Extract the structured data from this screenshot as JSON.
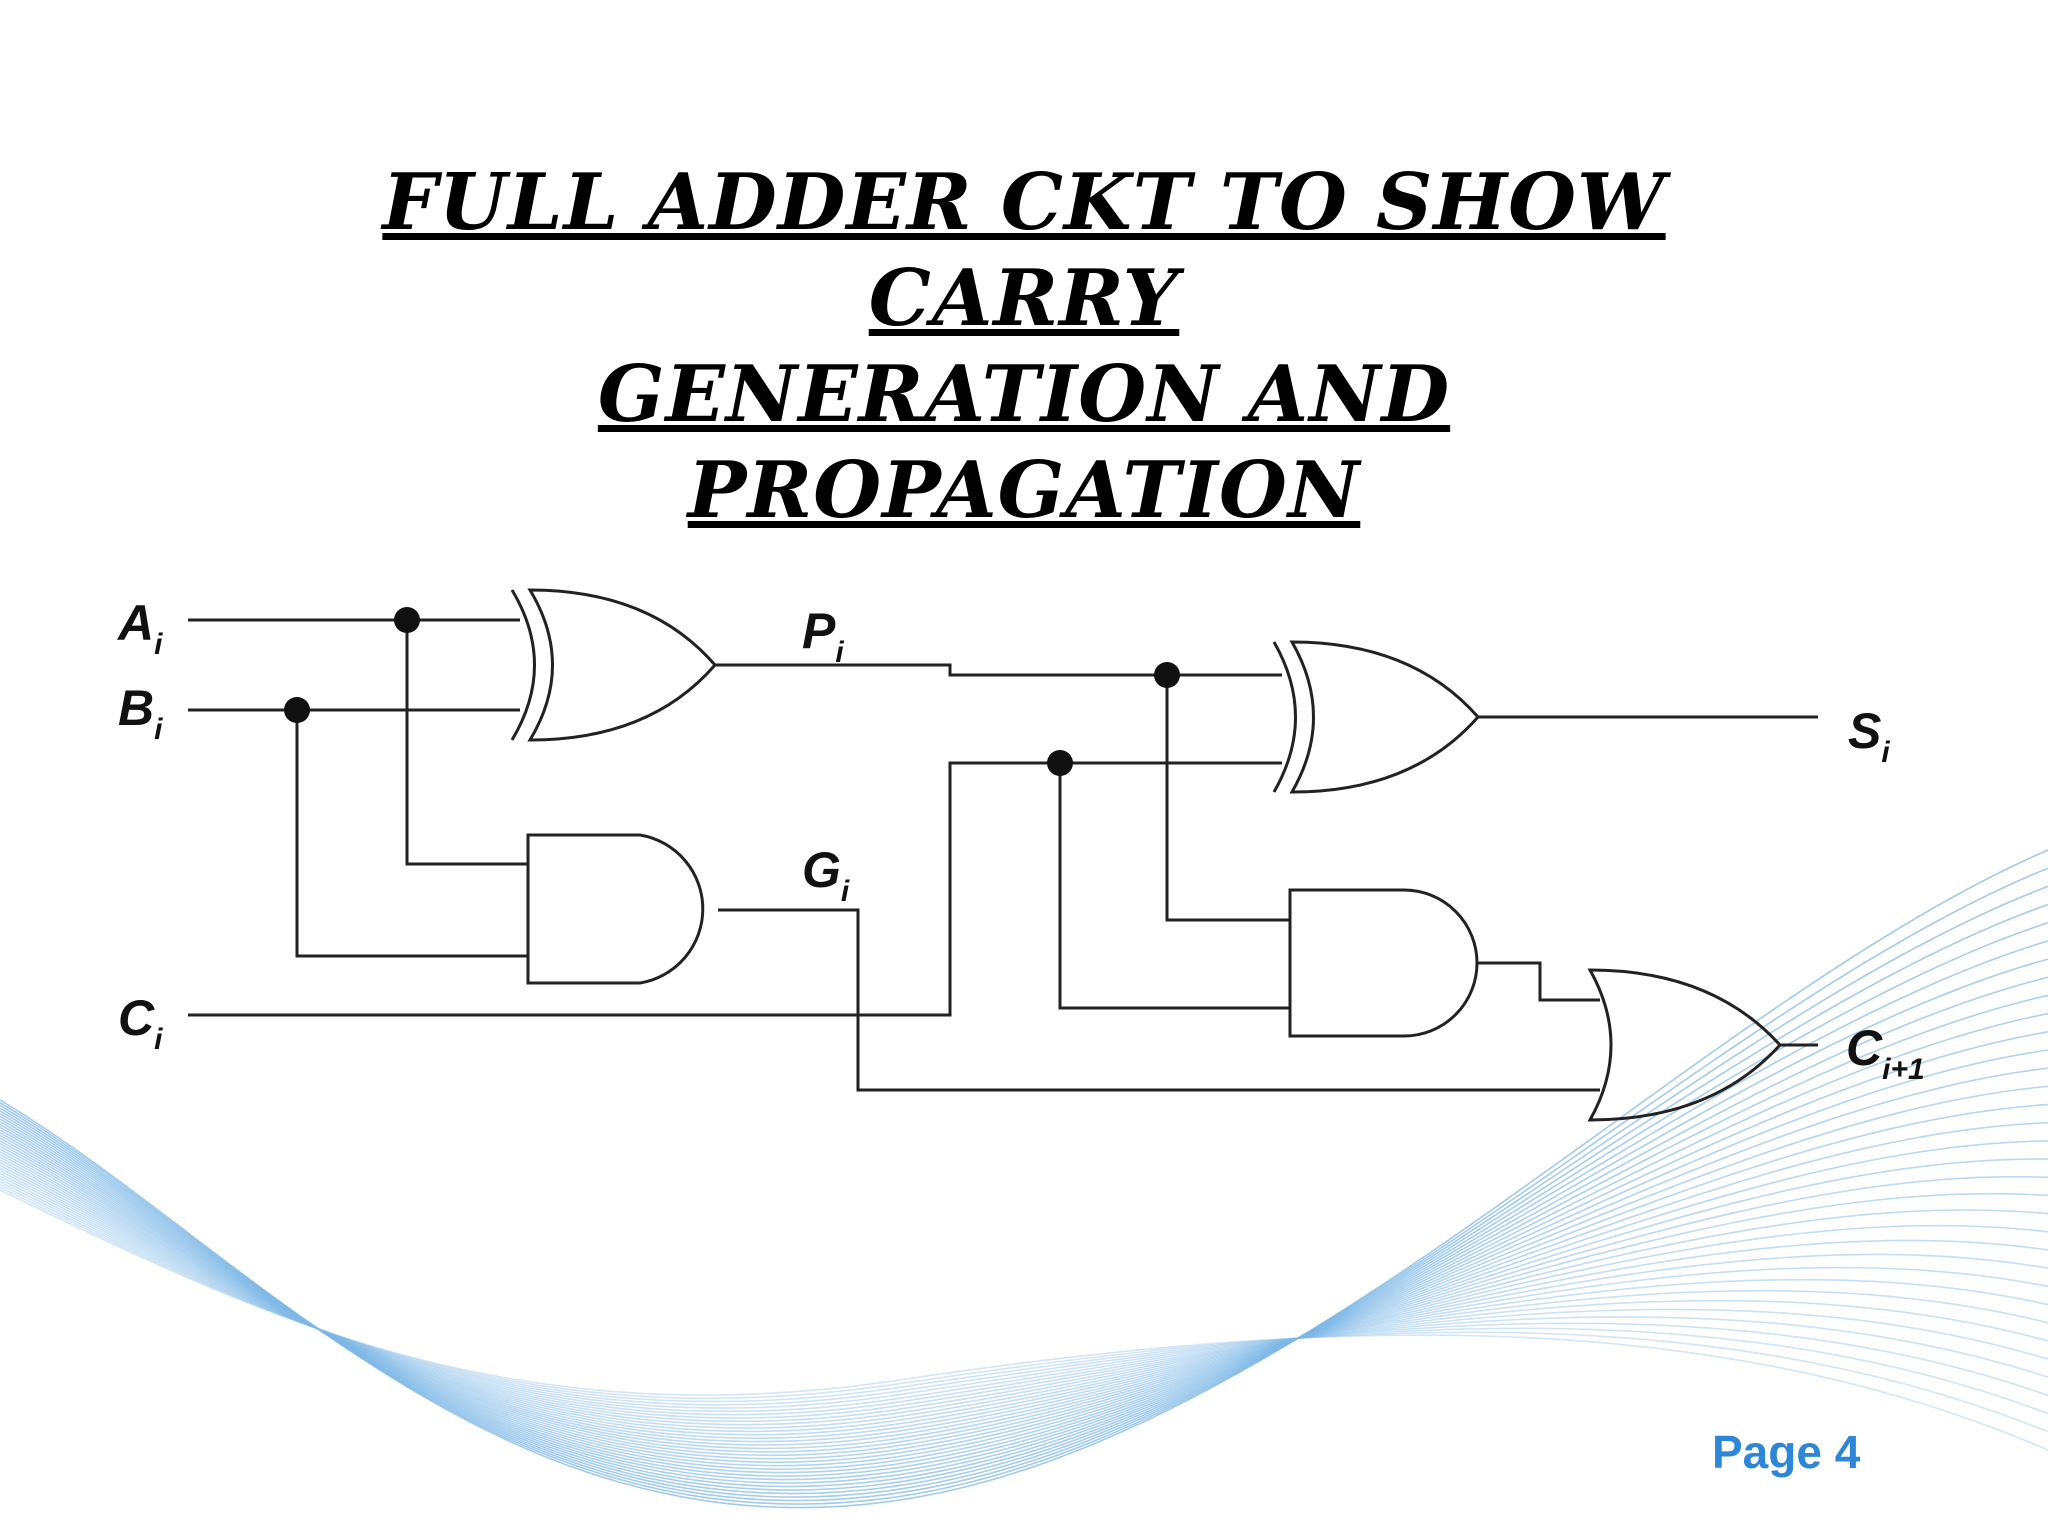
{
  "title": {
    "line1": "FULL ADDER CKT TO SHOW",
    "line2": "CARRY",
    "line3": "GENERATION AND",
    "line4": "PROPAGATION"
  },
  "labels": {
    "a": {
      "main": "A",
      "sub": "i"
    },
    "b": {
      "main": "B",
      "sub": "i"
    },
    "c": {
      "main": "C",
      "sub": "i"
    },
    "p": {
      "main": "P",
      "sub": "i"
    },
    "g": {
      "main": "G",
      "sub": "i"
    },
    "s": {
      "main": "S",
      "sub": "i"
    },
    "cout": {
      "main": "C",
      "sub": "i+1"
    }
  },
  "footer": {
    "page": "Page 4"
  },
  "colors": {
    "wire": "#222222",
    "accent": "#2e86d6",
    "wave": "#7fb8e6"
  }
}
